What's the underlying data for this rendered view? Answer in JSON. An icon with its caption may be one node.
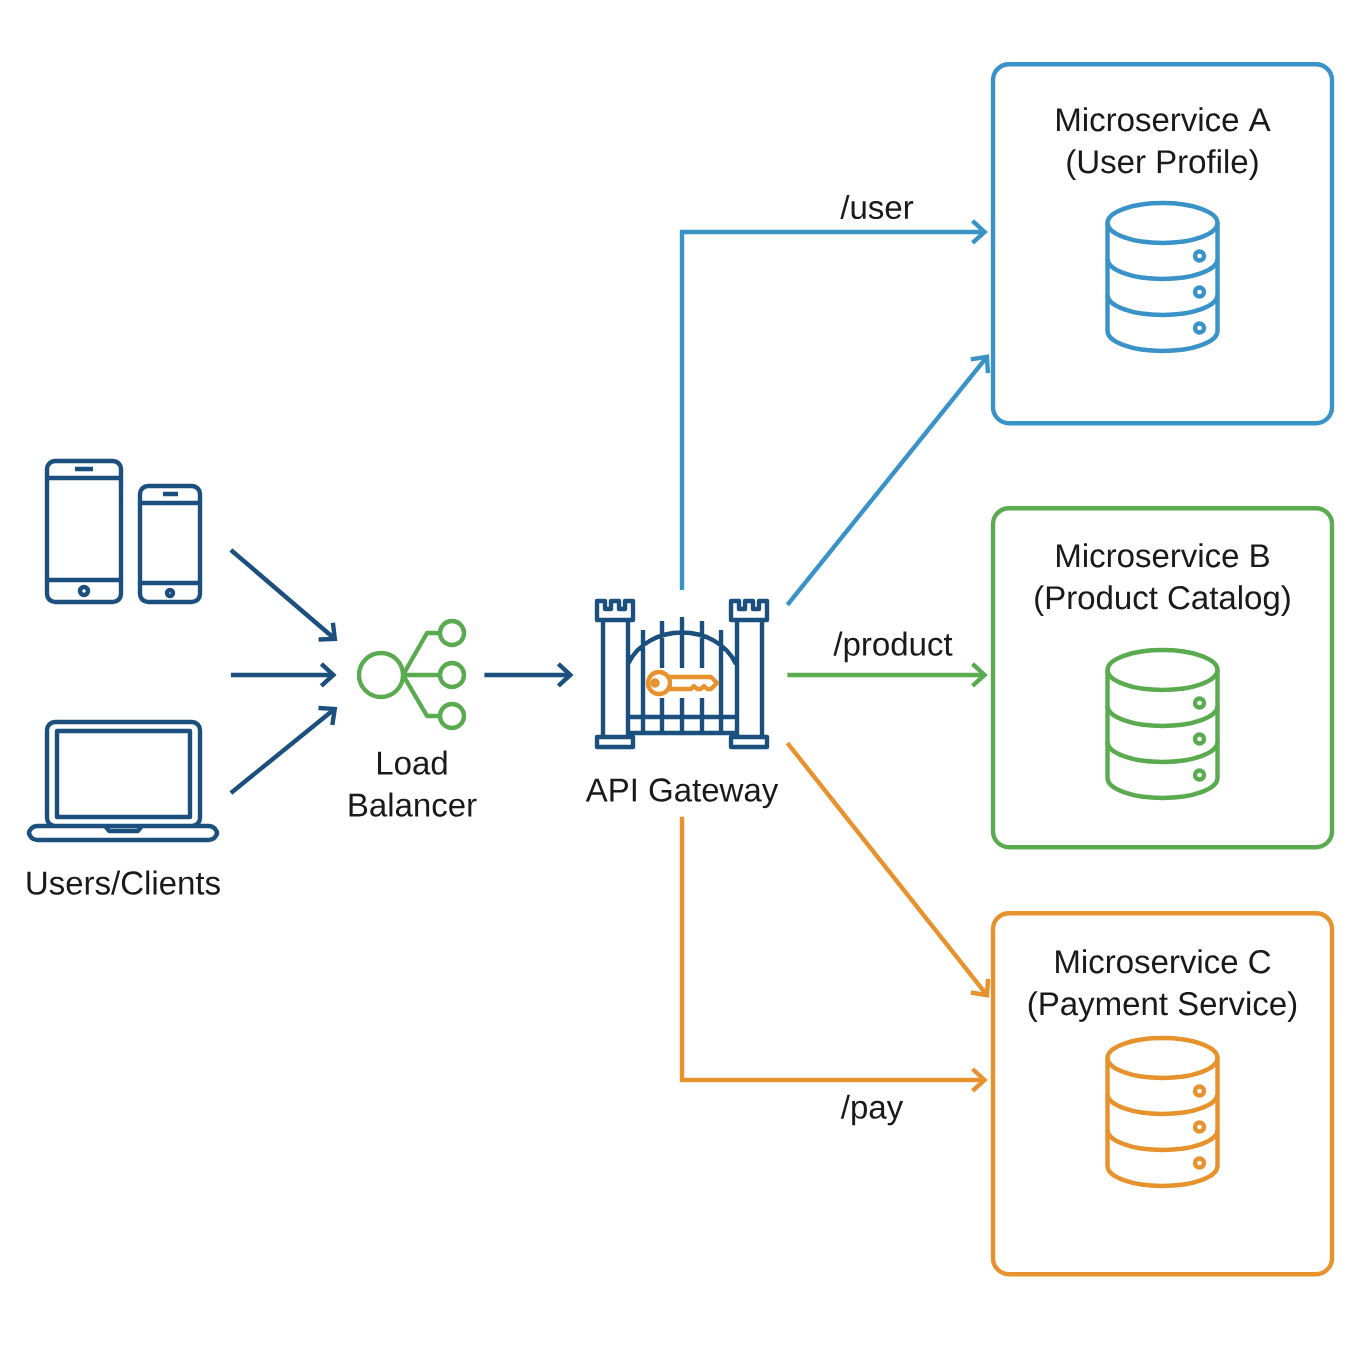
{
  "diagram": {
    "nodes": [
      {
        "text": [
          "Users/Clients"
        ]
      },
      {
        "text": [
          "Load Balancer"
        ]
      },
      {
        "text": [
          "API Gateway"
        ]
      },
      {
        "text": [
          "Microservice A (User Profile)"
        ]
      },
      {
        "text": [
          "Microservice B (Product Catalog)"
        ]
      },
      {
        "text": [
          "Microservice C (Payment Service)"
        ]
      }
    ],
    "edges": [
      {
        "from": 0,
        "to": 1,
        "arrow": "to"
      },
      {
        "from": 0,
        "to": 1,
        "arrow": "to"
      },
      {
        "from": 0,
        "to": 1,
        "arrow": "to"
      },
      {
        "from": 1,
        "to": 2,
        "arrow": "to"
      },
      {
        "from": 2,
        "to": 3,
        "arrow": "to",
        "label": "/user",
        "color": "#3a93c8"
      },
      {
        "from": 2,
        "to": 3,
        "arrow": "to",
        "color": "#3a93c8"
      },
      {
        "from": 2,
        "to": 4,
        "arrow": "to",
        "label": "/product",
        "color": "#5aab50"
      },
      {
        "from": 2,
        "to": 5,
        "arrow": "to",
        "color": "#e8922e"
      },
      {
        "from": 2,
        "to": 5,
        "arrow": "to",
        "label": "/pay",
        "color": "#e8922e"
      }
    ]
  }
}
